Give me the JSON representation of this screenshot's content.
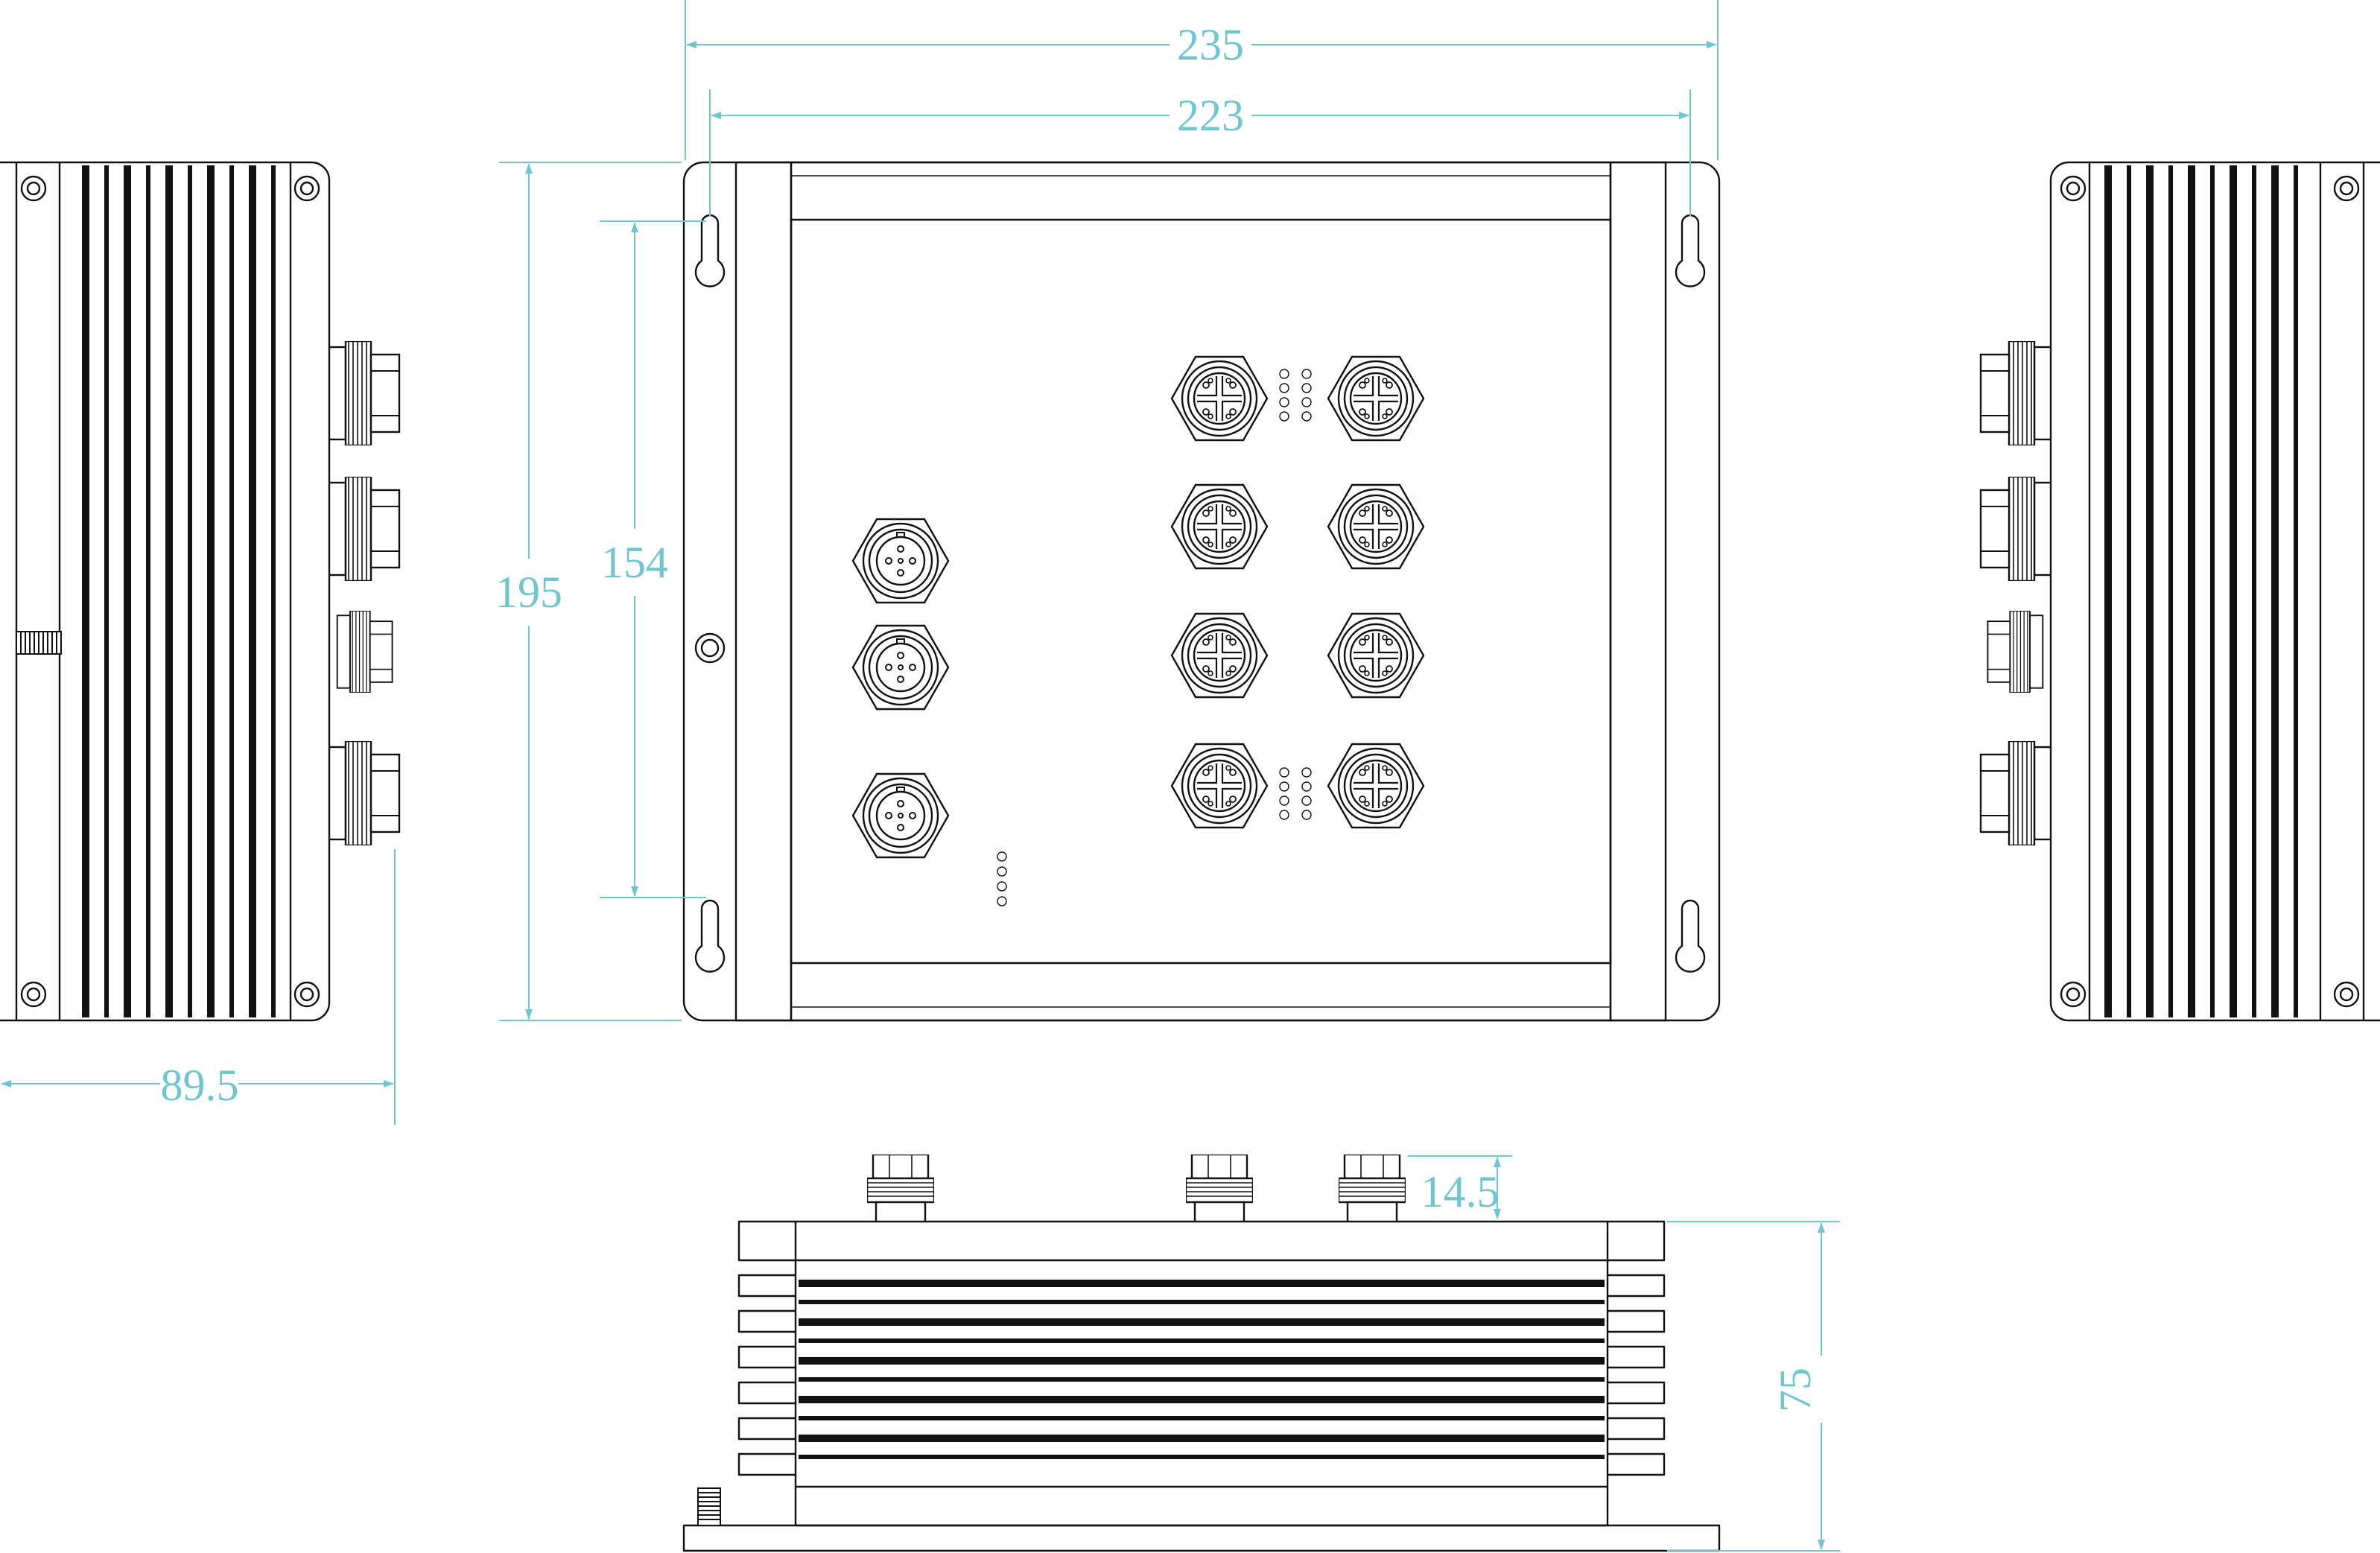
{
  "dimensions": {
    "overall_width": "235",
    "mount_hole_spacing": "223",
    "overall_height": "195",
    "mount_hole_vertical": "154",
    "side_depth": "89.5",
    "connector_protrusion": "14.5",
    "body_height": "75"
  },
  "colors": {
    "outline": "#111111",
    "dimension": "#6fc6cf",
    "background": "#ffffff"
  },
  "icons": {
    "m12_4pin": "m12-4-pin-connector-icon",
    "m12_8pin": "m12-8-pin-connector-icon",
    "led": "status-led-icon",
    "screw": "mounting-screw-icon",
    "ground": "ground-stud-icon"
  }
}
